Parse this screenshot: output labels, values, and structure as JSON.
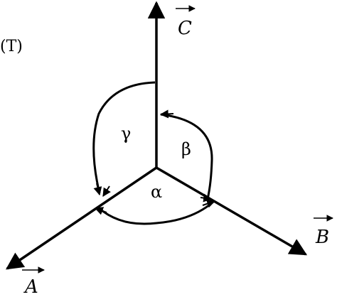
{
  "figure_label": "(T)",
  "vectors": [
    {
      "id": "A",
      "label": "A"
    },
    {
      "id": "B",
      "label": "B"
    },
    {
      "id": "C",
      "label": "C"
    }
  ],
  "angles": [
    {
      "id": "alpha",
      "label": "α"
    },
    {
      "id": "beta",
      "label": "β"
    },
    {
      "id": "gamma",
      "label": "γ"
    }
  ]
}
